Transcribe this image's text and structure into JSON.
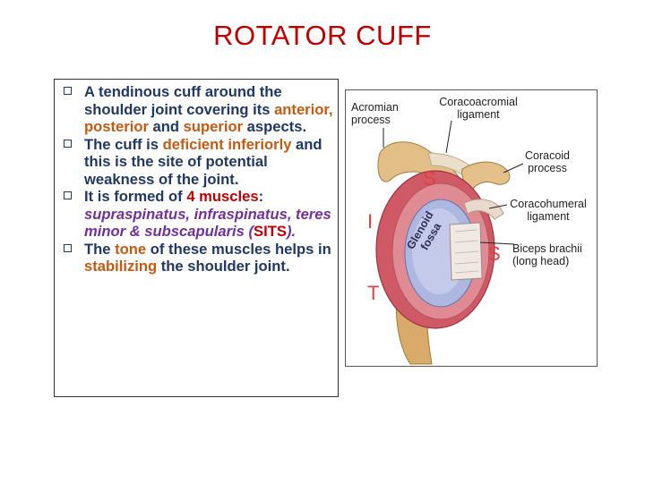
{
  "title": "ROTATOR CUFF",
  "bullets": [
    {
      "parts": [
        {
          "text": "A tendinous cuff around the shoulder joint covering its ",
          "style": ""
        },
        {
          "text": "anterior, posterior",
          "style": "o"
        },
        {
          "text": " and ",
          "style": ""
        },
        {
          "text": "superior",
          "style": "o"
        },
        {
          "text": " aspects.",
          "style": ""
        }
      ]
    },
    {
      "parts": [
        {
          "text": "The cuff is ",
          "style": ""
        },
        {
          "text": "deficient inferiorly",
          "style": "o"
        },
        {
          "text": " and this is the site of potential weakness of the joint.",
          "style": ""
        }
      ]
    },
    {
      "parts": [
        {
          "text": "It is formed of ",
          "style": ""
        },
        {
          "text": "4 muscles",
          "style": "r"
        },
        {
          "text": ": ",
          "style": ""
        },
        {
          "text": "supraspinatus, infraspinatus, teres minor & subscapularis",
          "style": "p"
        },
        {
          "text": " (",
          "style": "p"
        },
        {
          "text": "SITS",
          "style": "r"
        },
        {
          "text": ").",
          "style": "p"
        }
      ]
    },
    {
      "parts": [
        {
          "text": "The ",
          "style": ""
        },
        {
          "text": "tone",
          "style": "o"
        },
        {
          "text": " of these muscles helps in ",
          "style": ""
        },
        {
          "text": "stabilizing",
          "style": "o"
        },
        {
          "text": " the shoulder joint.",
          "style": ""
        }
      ]
    }
  ],
  "figure": {
    "labels": {
      "acromian": "Acromian process",
      "coracoacromial": "Coracoacromial ligament",
      "coracoid": "Coracoid process",
      "coracohumeral": "Coracohumeral ligament",
      "biceps": "Biceps brachii (long head)",
      "glenoid": "Glenoid fossa"
    },
    "letters": {
      "s_top": "S",
      "i": "I",
      "t": "T",
      "s_right": "S"
    }
  }
}
